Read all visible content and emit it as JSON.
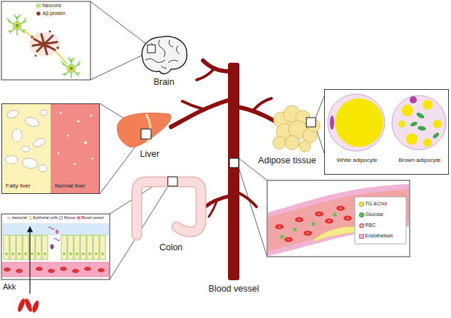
{
  "diagram": {
    "nodes": [
      {
        "text": [
          "Fatty liver",
          "Normal liver"
        ]
      },
      {
        "text": [
          "White adipocyte",
          "Brown adipocyte"
        ]
      }
    ],
    "labels": [
      "Brain",
      "Liver",
      "Adipose tissue",
      "Colon",
      "Blood vessel",
      "Akk"
    ],
    "legend": [
      {
        "text": "Neurons"
      },
      {
        "text": "Aβ protein"
      },
      {
        "text": "bacterial"
      },
      {
        "text": "Epithelial cells"
      },
      {
        "text": "Mucus",
        "color": "#d6ebf7"
      },
      {
        "text": "Blood vessel"
      },
      {
        "text": "TG &Chol",
        "color": "#f5e04f"
      },
      {
        "text": "Glucose",
        "color": "#4fc84a"
      },
      {
        "text": "RBC"
      },
      {
        "text": "Endothelium",
        "color": "#f3a9d0"
      }
    ]
  }
}
